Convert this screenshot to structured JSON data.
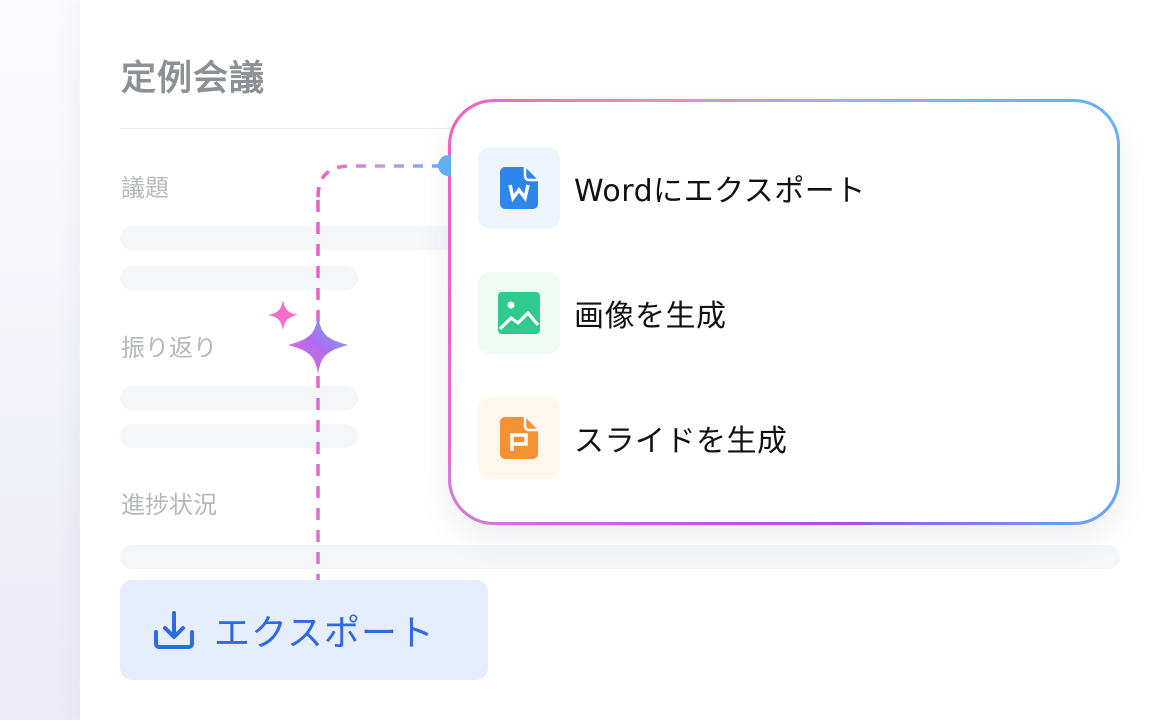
{
  "document": {
    "title": "定例会議",
    "sections": [
      {
        "label": "議題"
      },
      {
        "label": "振り返り"
      },
      {
        "label": "進捗状況"
      }
    ]
  },
  "popup_menu": {
    "items": [
      {
        "label": "Wordにエクスポート",
        "icon": "word-document-icon",
        "icon_color": "#2f86eb",
        "icon_bg": "#eef5fd",
        "glyph": "W"
      },
      {
        "label": "画像を生成",
        "icon": "image-icon",
        "icon_color": "#2fcb8e",
        "icon_bg": "#edfbf4"
      },
      {
        "label": "スライドを生成",
        "icon": "powerpoint-document-icon",
        "icon_color": "#f29234",
        "icon_bg": "#fef8ec",
        "glyph": "P"
      }
    ],
    "border_gradient": [
      "#f25cc4",
      "#9a58e2",
      "#64aef6"
    ]
  },
  "export_button": {
    "label": "エクスポート",
    "icon": "download-icon",
    "color": "#2f6ae6",
    "bg": "#e6eefd"
  },
  "decoration": {
    "sparkle_icon": "ai-sparkle-icon",
    "connector_dot_color": "#64aef6"
  }
}
